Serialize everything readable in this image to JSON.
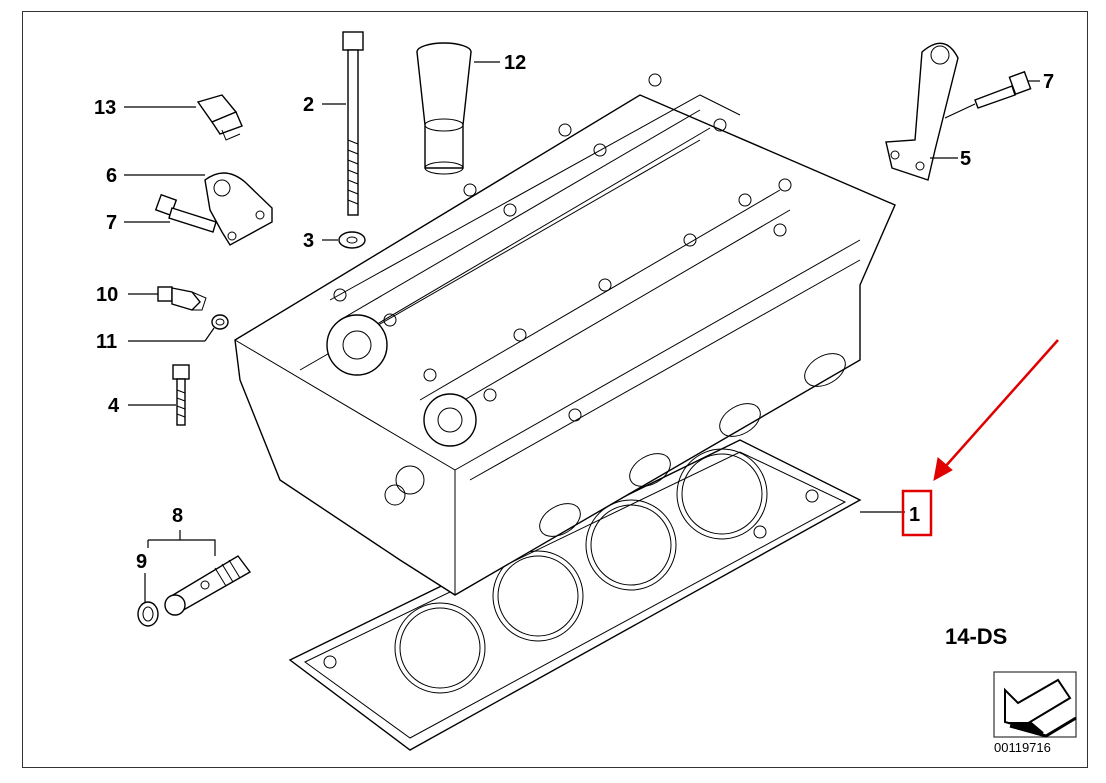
{
  "callouts": {
    "c1": "1",
    "c2": "2",
    "c3": "3",
    "c4": "4",
    "c5": "5",
    "c6": "6",
    "c7a": "7",
    "c7b": "7",
    "c8": "8",
    "c9": "9",
    "c10": "10",
    "c11": "11",
    "c12": "12",
    "c13": "13"
  },
  "diagram_code": "14-DS",
  "catalog_number": "00119716",
  "colors": {
    "highlight": "#e00000",
    "line": "#000000",
    "background": "#ffffff"
  },
  "icons": {
    "nav_icon": "arrow-down-left-icon"
  }
}
